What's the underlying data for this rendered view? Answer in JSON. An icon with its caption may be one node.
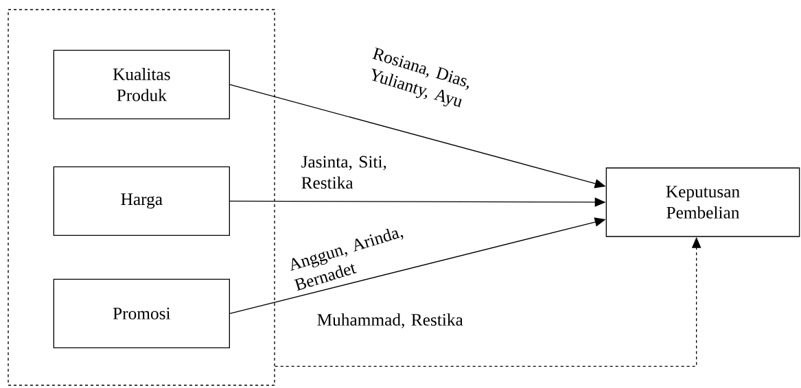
{
  "diagram": {
    "nodes": [
      {
        "text": [],
        "shape": "box"
      },
      {
        "text": [
          "Kualitas Produk"
        ],
        "in": 0
      },
      {
        "text": [
          "Harga"
        ],
        "in": 0
      },
      {
        "text": [
          "Promosi"
        ],
        "in": 0
      },
      {
        "text": [
          "Keputusan Pembelian"
        ]
      }
    ],
    "edges": [
      {
        "from": 1,
        "to": 4,
        "arrow": "to",
        "label": "Rosiana, Dias, Yulianty, Ayu"
      },
      {
        "from": 2,
        "to": 4,
        "arrow": "to",
        "label": "Jasinta, Siti, Restika"
      },
      {
        "from": 3,
        "to": 4,
        "arrow": "to",
        "label": "Anggun, Arinda, Bernadet"
      },
      {
        "from": 0,
        "to": 4,
        "arrow": "to",
        "label": "Muhammad, Restika",
        "style": "dashed"
      }
    ]
  }
}
